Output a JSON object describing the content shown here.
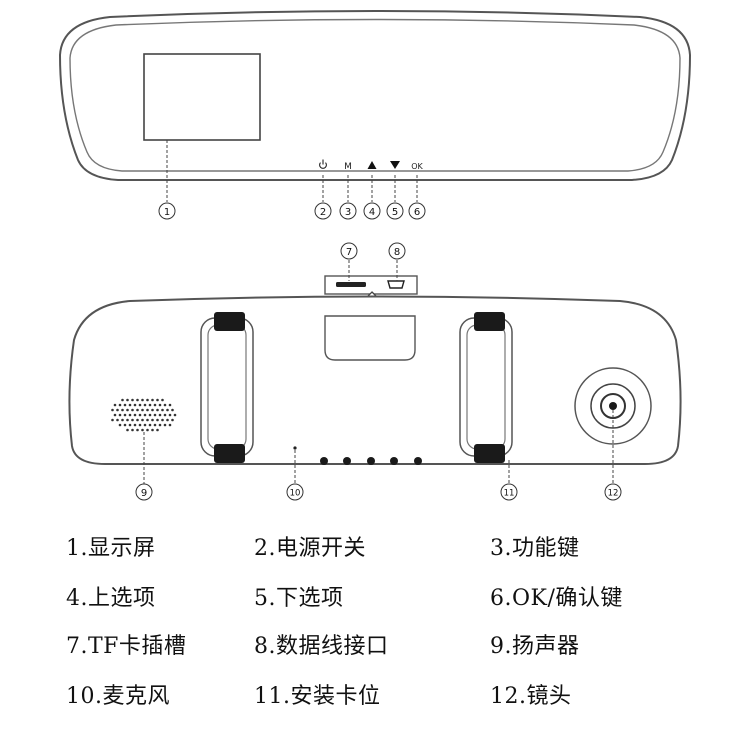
{
  "buttons": {
    "m": "M",
    "ok": "OK"
  },
  "callouts": [
    "1",
    "2",
    "3",
    "4",
    "5",
    "6",
    "7",
    "8",
    "9",
    "10",
    "11",
    "12"
  ],
  "legend": [
    "1.显示屏",
    "2.电源开关",
    "3.功能键",
    "4.上选项",
    "5.下选项",
    "6.OK/确认键",
    "7.TF卡插槽",
    "8.数据线接口",
    "9.扬声器",
    "10.麦克风",
    "11.安装卡位",
    "12.镜头"
  ],
  "colors": {
    "line": "#555555",
    "dark": "#1a1a1a",
    "body": "#ffffff"
  }
}
